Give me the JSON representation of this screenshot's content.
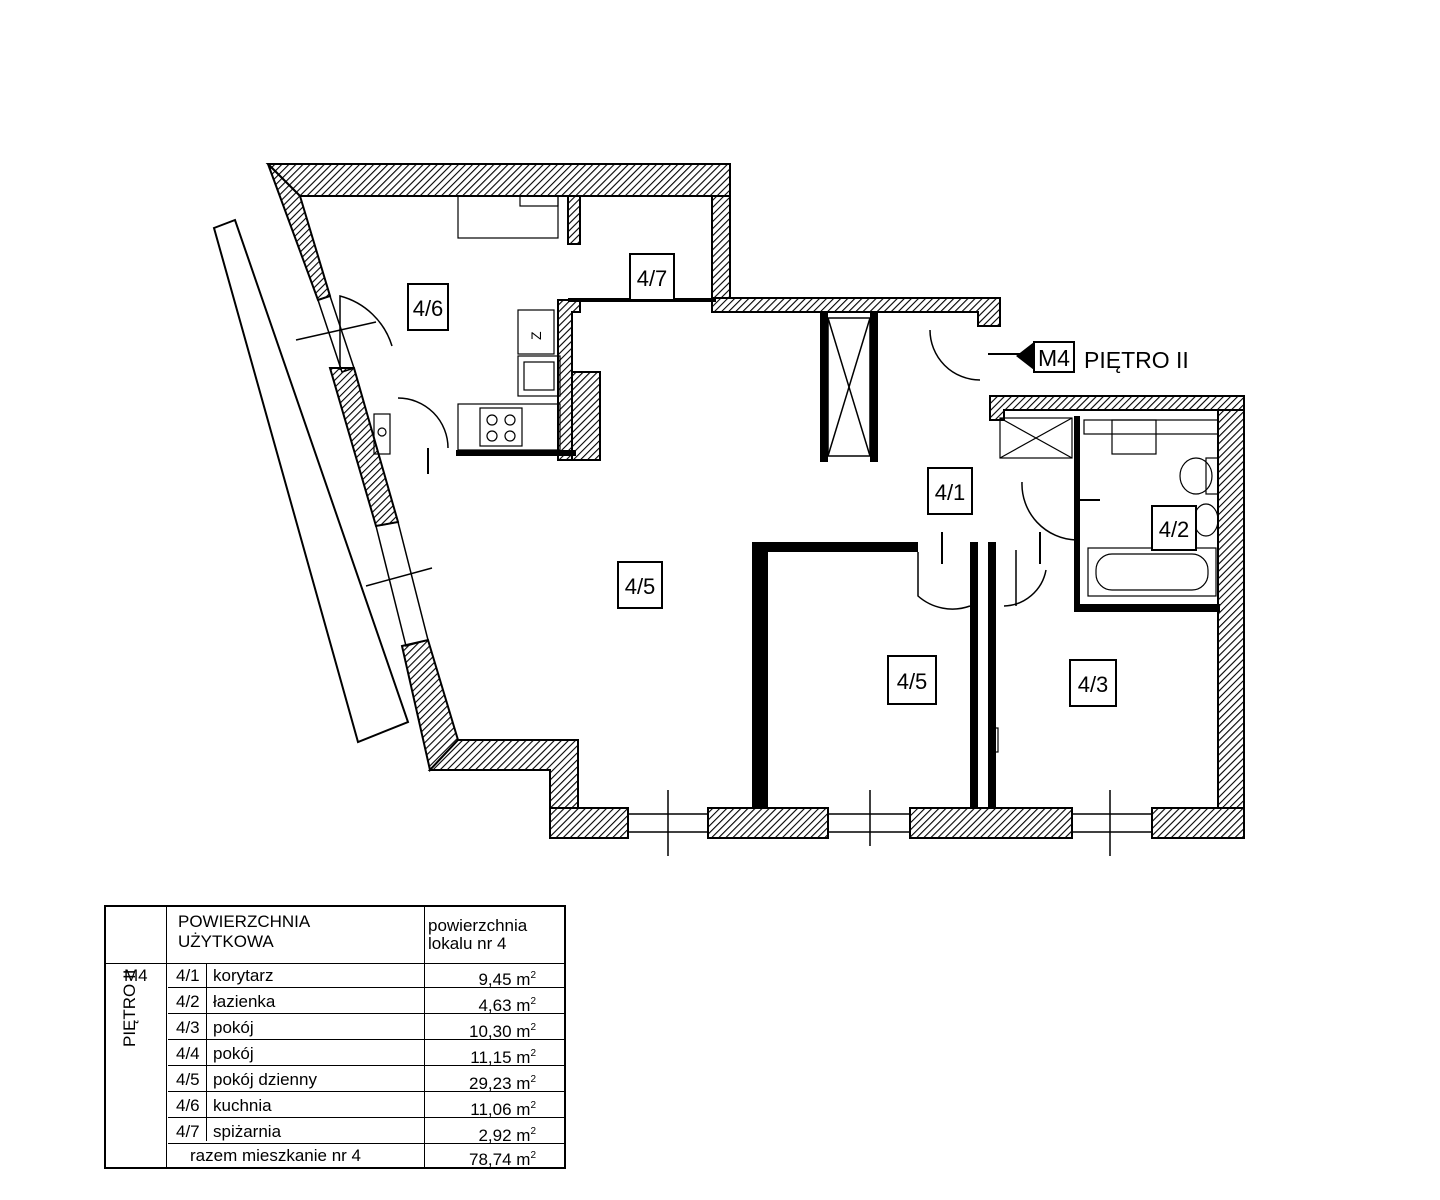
{
  "plan": {
    "marker": {
      "code": "M4",
      "floor": "PIĘTRO II"
    },
    "rooms": [
      {
        "id": "4/6"
      },
      {
        "id": "4/7"
      },
      {
        "id": "4/5"
      },
      {
        "id": "4/1"
      },
      {
        "id": "4/2"
      },
      {
        "id": "4/5"
      },
      {
        "id": "4/3"
      }
    ],
    "fridge_letter": "Z"
  },
  "table": {
    "unit_code": "M4",
    "floor_label": "PIĘTRO II",
    "header_left": [
      "POWIERZCHNIA",
      "UŻYTKOWA"
    ],
    "header_right": [
      "powierzchnia",
      "lokalu nr 4"
    ],
    "unit_symbol": "m",
    "unit_exp": "2",
    "rows": [
      {
        "id": "4/1",
        "name": "korytarz",
        "area": "9,45"
      },
      {
        "id": "4/2",
        "name": "łazienka",
        "area": "4,63"
      },
      {
        "id": "4/3",
        "name": "pokój",
        "area": "10,30"
      },
      {
        "id": "4/4",
        "name": "pokój",
        "area": "11,15"
      },
      {
        "id": "4/5",
        "name": "pokój dzienny",
        "area": "29,23"
      },
      {
        "id": "4/6",
        "name": "kuchnia",
        "area": "11,06"
      },
      {
        "id": "4/7",
        "name": "spiżarnia",
        "area": "2,92"
      }
    ],
    "total": {
      "name": "razem mieszkanie nr 4",
      "area": "78,74"
    }
  }
}
